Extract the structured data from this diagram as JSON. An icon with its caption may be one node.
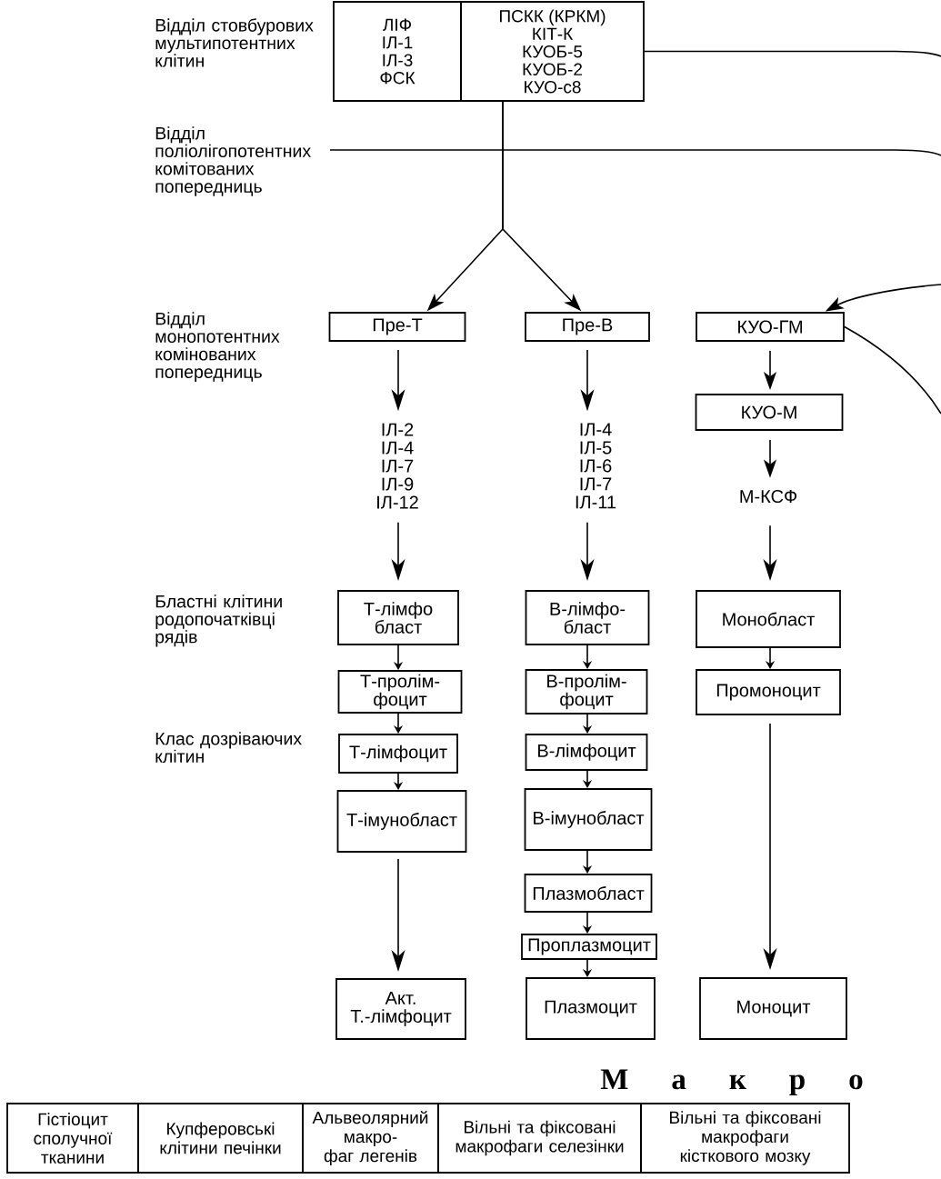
{
  "diagram": {
    "nodes": [
      {
        "text": [
          "ЛІФ",
          "ІЛ-1",
          "ІЛ-3",
          "ФСК"
        ]
      },
      {
        "text": [
          "ПСКК (КРКМ)",
          "КІТ-К",
          "КУОБ-5",
          "КУОБ-2",
          "КУО-с8"
        ]
      },
      {
        "text": [
          "Пре-Т"
        ]
      },
      {
        "text": [
          "Пре-В"
        ]
      },
      {
        "text": [
          "КУО-ГМ"
        ]
      },
      {
        "text": [
          "КУО-М"
        ]
      },
      {
        "text": [
          "ІЛ-2",
          "ІЛ-4",
          "ІЛ-7",
          "ІЛ-9",
          "ІЛ-12"
        ]
      },
      {
        "text": [
          "ІЛ-4",
          "ІЛ-5",
          "ІЛ-6",
          "ІЛ-7",
          "ІЛ-11"
        ]
      },
      {
        "text": [
          "М-КСФ"
        ]
      },
      {
        "text": [
          "Т-лімфо бласт"
        ]
      },
      {
        "text": [
          "В-лімфо- бласт"
        ]
      },
      {
        "text": [
          "Монобласт"
        ]
      },
      {
        "text": [
          "Т-пролім- фоцит"
        ]
      },
      {
        "text": [
          "В-пролім- фоцит"
        ]
      },
      {
        "text": [
          "Промоноцит"
        ]
      },
      {
        "text": [
          "Т-лімфоцит"
        ]
      },
      {
        "text": [
          "В-лімфоцит"
        ]
      },
      {
        "text": [
          "Т-імунобласт"
        ]
      },
      {
        "text": [
          "В-імунобласт"
        ]
      },
      {
        "text": [
          "Плазмобласт"
        ]
      },
      {
        "text": [
          "Проплазмоцит"
        ]
      },
      {
        "text": [
          "Акт. Т.-лімфоцит"
        ]
      },
      {
        "text": [
          "Плазмоцит"
        ]
      },
      {
        "text": [
          "Моноцит"
        ]
      },
      {
        "text": [
          "Гістіоцит сполучної тканини"
        ]
      },
      {
        "text": [
          "Купферовські клітини печінки"
        ]
      },
      {
        "text": [
          "Альвеолярний макро- фаг легенів"
        ]
      },
      {
        "text": [
          "Вільні та фіксовані макрофаги селезінки"
        ]
      },
      {
        "text": [
          "Вільні та фіксовані макрофаги кісткового мозку"
        ]
      }
    ],
    "edges": [
      {
        "from": 1,
        "to": 2,
        "arrow": "to"
      },
      {
        "from": 1,
        "to": 3,
        "arrow": "to"
      },
      {
        "from": 1,
        "to": null,
        "arrow": "none"
      },
      {
        "from": null,
        "to": 4,
        "arrow": "to"
      },
      {
        "from": 4,
        "to": null,
        "arrow": "none"
      },
      {
        "from": 2,
        "to": 6,
        "arrow": "to"
      },
      {
        "from": 6,
        "to": 9,
        "arrow": "to"
      },
      {
        "from": 3,
        "to": 7,
        "arrow": "to"
      },
      {
        "from": 7,
        "to": 10,
        "arrow": "to"
      },
      {
        "from": 4,
        "to": 5,
        "arrow": "to"
      },
      {
        "from": 5,
        "to": 8,
        "arrow": "to"
      },
      {
        "from": 8,
        "to": 11,
        "arrow": "to"
      },
      {
        "from": 9,
        "to": 12,
        "arrow": "to"
      },
      {
        "from": 12,
        "to": 15,
        "arrow": "to"
      },
      {
        "from": 15,
        "to": 17,
        "arrow": "to"
      },
      {
        "from": 17,
        "to": 21,
        "arrow": "to"
      },
      {
        "from": 10,
        "to": 13,
        "arrow": "to"
      },
      {
        "from": 13,
        "to": 16,
        "arrow": "to"
      },
      {
        "from": 16,
        "to": 18,
        "arrow": "to"
      },
      {
        "from": 18,
        "to": 19,
        "arrow": "to"
      },
      {
        "from": 19,
        "to": 20,
        "arrow": "to"
      },
      {
        "from": 20,
        "to": 22,
        "arrow": "to"
      },
      {
        "from": 11,
        "to": 14,
        "arrow": "to"
      },
      {
        "from": 14,
        "to": 23,
        "arrow": "to"
      }
    ],
    "labels": [
      "Відділ стовбурових мультипотентних клітин",
      "Відділ поліолігопотентних комітованих попередниць",
      "Відділ монопотентних комінованих попередниць",
      "Бластні клітини родопочатківці рядів",
      "Клас дозріваючих клітин",
      "М а к р о"
    ]
  }
}
